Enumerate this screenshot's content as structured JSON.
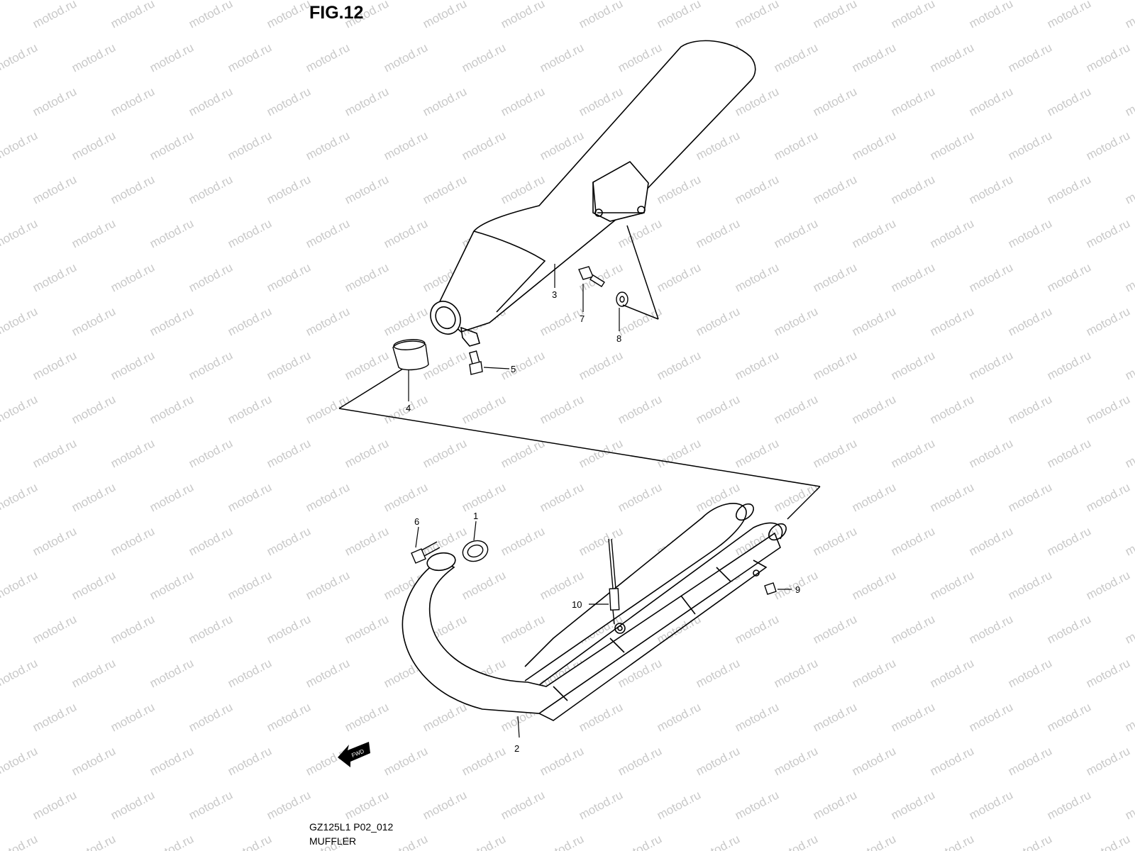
{
  "figure": {
    "title": "FIG.12",
    "code": "GZ125L1 P02_012",
    "name": "MUFFLER",
    "watermark": "motod.ru",
    "fwd_label": "FWD"
  },
  "callouts": [
    {
      "id": "1",
      "label": "1"
    },
    {
      "id": "2",
      "label": "2"
    },
    {
      "id": "3",
      "label": "3"
    },
    {
      "id": "4",
      "label": "4"
    },
    {
      "id": "5",
      "label": "5"
    },
    {
      "id": "6",
      "label": "6"
    },
    {
      "id": "7",
      "label": "7"
    },
    {
      "id": "8",
      "label": "8"
    },
    {
      "id": "9",
      "label": "9"
    },
    {
      "id": "10",
      "label": "10"
    }
  ],
  "colors": {
    "line": "#000000",
    "watermark": "#c8c8c8",
    "background": "#ffffff"
  }
}
